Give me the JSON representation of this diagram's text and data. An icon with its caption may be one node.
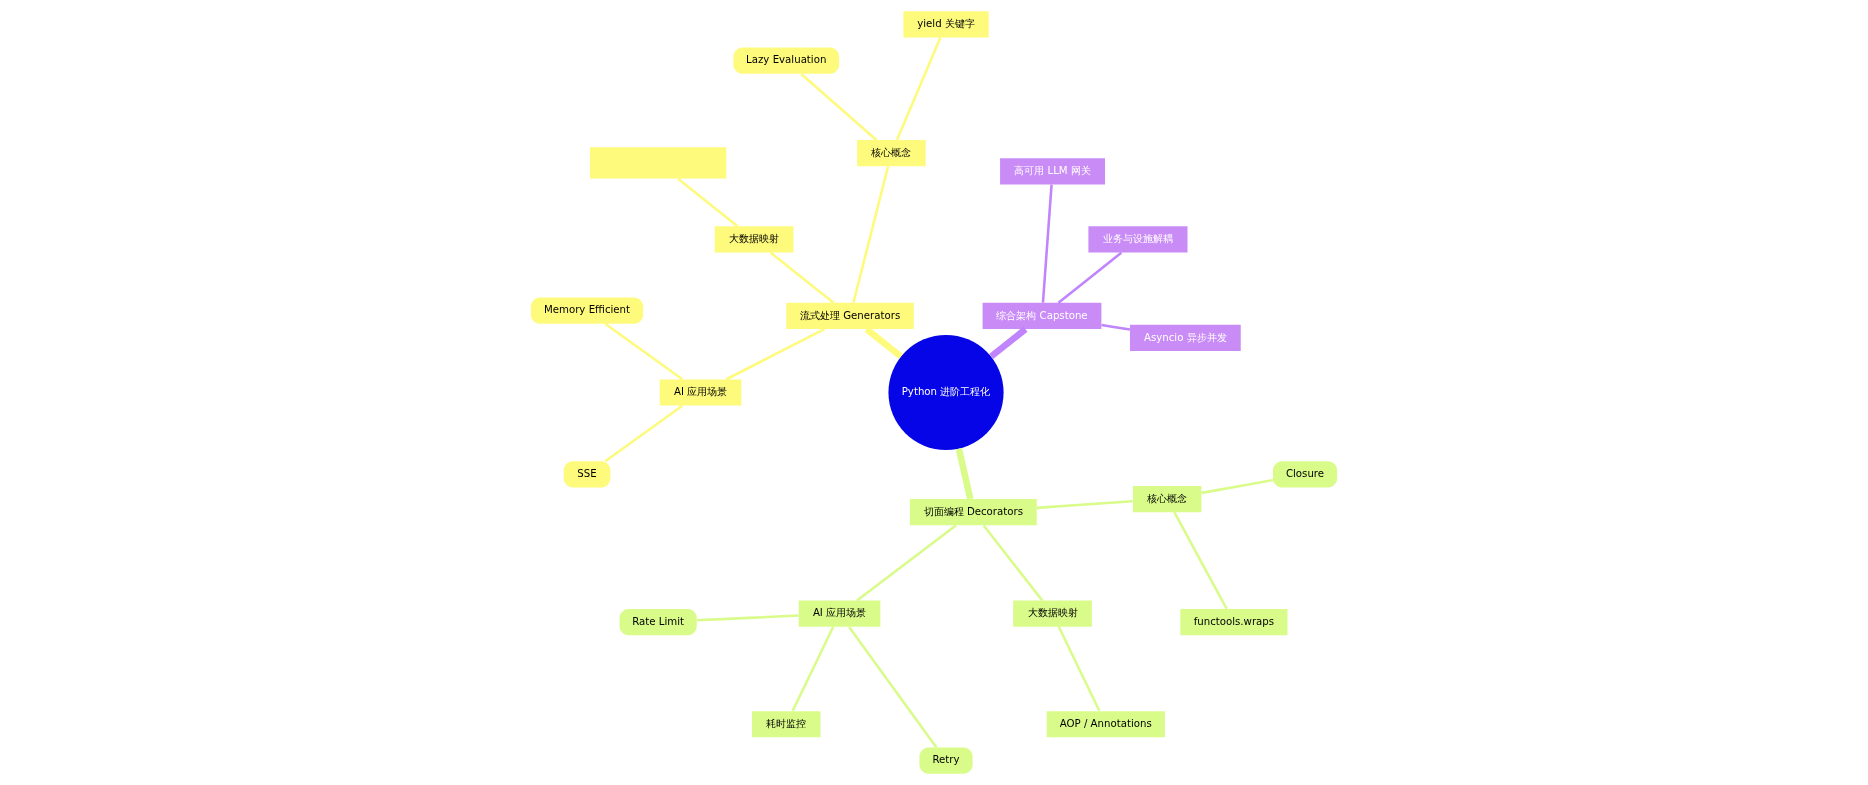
{
  "diagram": {
    "nodes": [
      {
        "text": [
          "Python 进阶工程化"
        ]
      },
      {
        "text": [
          "综合架构 Capstone"
        ]
      },
      {
        "text": [
          "Asyncio 异步并发"
        ]
      },
      {
        "text": [
          "业务与设施解耦"
        ]
      },
      {
        "text": [
          "高可用 LLM 网关"
        ]
      },
      {
        "text": [
          "流式处理 Generators"
        ]
      },
      {
        "text": [
          "核心概念"
        ]
      },
      {
        "text": [
          "yield 关键字"
        ]
      },
      {
        "text": [
          "Lazy Evaluation"
        ]
      },
      {
        "text": [
          "大数据映射"
        ]
      },
      {
        "text": [],
        "shape": "box"
      },
      {
        "text": [
          "AI 应用场景"
        ]
      },
      {
        "text": [
          "Memory Efficient"
        ]
      },
      {
        "text": [
          "SSE"
        ]
      },
      {
        "text": [
          "切面编程 Decorators"
        ]
      },
      {
        "text": [
          "AI 应用场景"
        ]
      },
      {
        "text": [
          "Rate Limit"
        ]
      },
      {
        "text": [
          "耗时监控"
        ]
      },
      {
        "text": [
          "Retry"
        ]
      },
      {
        "text": [
          "大数据映射"
        ]
      },
      {
        "text": [
          "AOP / Annotations"
        ]
      },
      {
        "text": [
          "核心概念"
        ]
      },
      {
        "text": [
          "functools.wraps"
        ]
      },
      {
        "text": [
          "Closure"
        ]
      }
    ],
    "edges": [
      {
        "from": 0,
        "to": 1,
        "arrow": "none",
        "style": "thick",
        "color": "#c084fc"
      },
      {
        "from": 1,
        "to": 2,
        "arrow": "none",
        "color": "#c084fc"
      },
      {
        "from": 1,
        "to": 3,
        "arrow": "none",
        "color": "#c084fc"
      },
      {
        "from": 1,
        "to": 4,
        "arrow": "none",
        "color": "#c084fc"
      },
      {
        "from": 0,
        "to": 5,
        "arrow": "none",
        "style": "thick",
        "color": "#fdfa7c"
      },
      {
        "from": 5,
        "to": 6,
        "arrow": "none",
        "color": "#fdfa7c"
      },
      {
        "from": 6,
        "to": 7,
        "arrow": "none",
        "color": "#fdfa7c"
      },
      {
        "from": 6,
        "to": 8,
        "arrow": "none",
        "color": "#fdfa7c"
      },
      {
        "from": 5,
        "to": 9,
        "arrow": "none",
        "color": "#fdfa7c"
      },
      {
        "from": 9,
        "to": 10,
        "arrow": "none",
        "color": "#fdfa7c"
      },
      {
        "from": 5,
        "to": 11,
        "arrow": "none",
        "color": "#fdfa7c"
      },
      {
        "from": 11,
        "to": 12,
        "arrow": "none",
        "color": "#fdfa7c"
      },
      {
        "from": 11,
        "to": 13,
        "arrow": "none",
        "color": "#fdfa7c"
      },
      {
        "from": 0,
        "to": 14,
        "arrow": "none",
        "style": "thick",
        "color": "#d9fb8a"
      },
      {
        "from": 14,
        "to": 15,
        "arrow": "none",
        "color": "#d9fb8a"
      },
      {
        "from": 15,
        "to": 16,
        "arrow": "none",
        "color": "#d9fb8a"
      },
      {
        "from": 15,
        "to": 17,
        "arrow": "none",
        "color": "#d9fb8a"
      },
      {
        "from": 15,
        "to": 18,
        "arrow": "none",
        "color": "#d9fb8a"
      },
      {
        "from": 14,
        "to": 19,
        "arrow": "none",
        "color": "#d9fb8a"
      },
      {
        "from": 19,
        "to": 20,
        "arrow": "none",
        "color": "#d9fb8a"
      },
      {
        "from": 14,
        "to": 21,
        "arrow": "none",
        "color": "#d9fb8a"
      },
      {
        "from": 21,
        "to": 22,
        "arrow": "none",
        "color": "#d9fb8a"
      },
      {
        "from": 21,
        "to": 23,
        "arrow": "none",
        "color": "#d9fb8a"
      }
    ]
  }
}
